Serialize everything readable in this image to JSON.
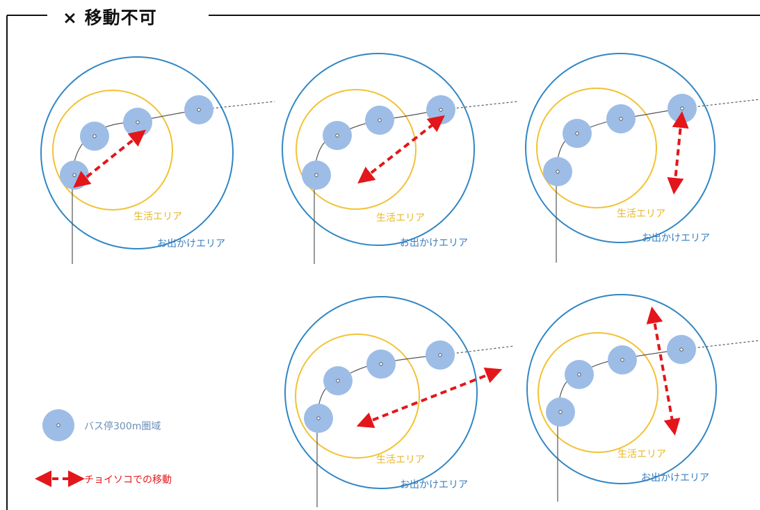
{
  "header": {
    "title": "× 移動不可"
  },
  "panels": [
    {
      "life_area_label": "生活エリア",
      "outing_area_label": "お出かけエリア"
    },
    {
      "life_area_label": "生活エリア",
      "outing_area_label": "お出かけエリア"
    },
    {
      "life_area_label": "生活エリア",
      "outing_area_label": "お出かけエリア"
    },
    {
      "life_area_label": "生活エリア",
      "outing_area_label": "お出かけエリア"
    },
    {
      "life_area_label": "生活エリア",
      "outing_area_label": "お出かけエリア"
    }
  ],
  "legend": {
    "bus_stop_label": "バス停300m圏域",
    "move_label": "チョイソコでの移動"
  },
  "colors": {
    "outing_circle": "#2f86c4",
    "life_circle": "#f2c232",
    "bus_stop_fill": "#9dbde6",
    "arrow": "#e3161b",
    "route": "#555555",
    "label_blue": "#3b7ec0",
    "label_yellow": "#e8b623"
  }
}
